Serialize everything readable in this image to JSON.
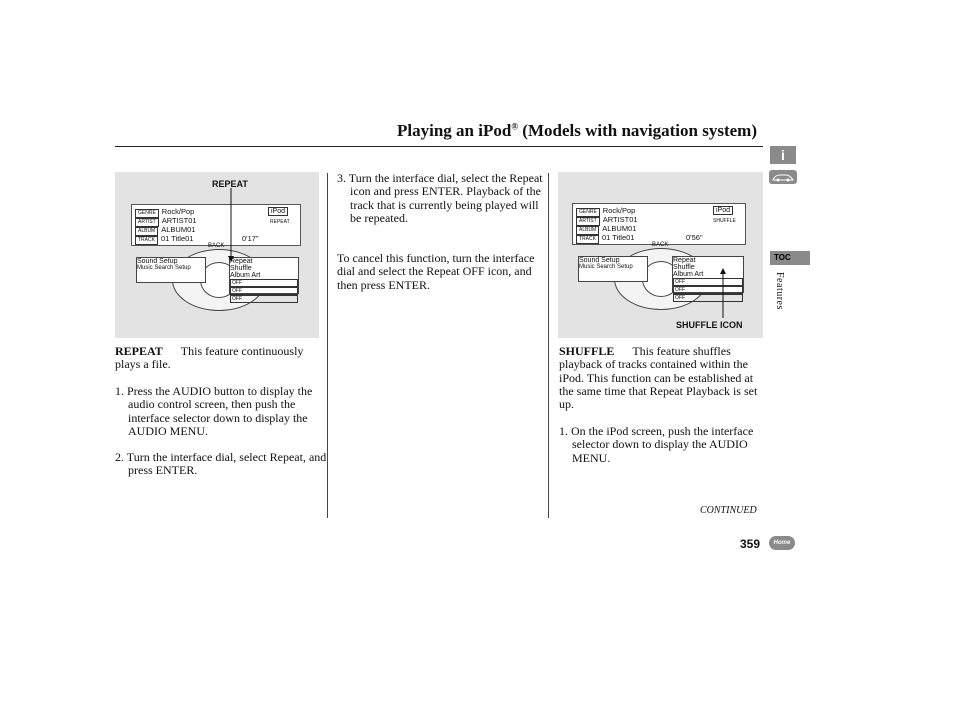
{
  "header": {
    "title_main": "Playing an iPod",
    "title_reg": "®",
    "title_rest": " (Models with navigation system)"
  },
  "figure_left": {
    "caption": "REPEAT",
    "screen": {
      "genre_tag": "GENRE",
      "genre": "Rock/Pop",
      "artist_tag": "ARTIST",
      "artist": "ARTIST01",
      "album_tag": "ALBUM",
      "album": "ALBUM01",
      "track_tag": "TRACK",
      "track": "01 Title01",
      "source": "iPod",
      "mode": "REPEAT",
      "time": "0'17\""
    },
    "back": "BACK",
    "menu": {
      "sound": "Sound Setup",
      "music": "Music Search Setup",
      "repeat": "Repeat",
      "shuffle": "Shuffle",
      "album_art": "Album Art",
      "off1": "OFF",
      "off2": "OFF",
      "off3": "OFF"
    }
  },
  "figure_right": {
    "caption": "SHUFFLE ICON",
    "screen": {
      "genre_tag": "GENRE",
      "genre": "Rock/Pop",
      "artist_tag": "ARTIST",
      "artist": "ARTIST01",
      "album_tag": "ALBUM",
      "album": "ALBUM01",
      "track_tag": "TRACK",
      "track": "01 Title01",
      "source": "iPod",
      "mode": "SHUFFLE",
      "time": "0'56\""
    },
    "back": "BACK",
    "menu": {
      "sound": "Sound Setup",
      "music": "Music Search Setup",
      "repeat": "Repeat",
      "shuffle": "Shuffle",
      "album_art": "Album Art",
      "off1": "OFF",
      "off2": "OFF",
      "off3": "OFF"
    }
  },
  "col1": {
    "heading": "REPEAT",
    "intro": "This feature continuously plays a file.",
    "step1": "1. Press the AUDIO button to display the audio control screen, then push the interface selector down to display the AUDIO MENU.",
    "step2": "2. Turn the interface dial, select Repeat, and press ENTER."
  },
  "col2": {
    "step3": "3. Turn the interface dial, select the Repeat icon and press ENTER. Playback of the track that is currently being played will be repeated.",
    "cancel": "To cancel this function, turn the interface dial and select the Repeat OFF icon, and then press ENTER."
  },
  "col3": {
    "heading": "SHUFFLE",
    "intro": "This feature shuffles playback of tracks contained within the iPod. This function can be established at the same time that Repeat Playback is set up.",
    "step1": "1. On the iPod screen, push the interface selector down to display the AUDIO MENU."
  },
  "sidebar": {
    "info": "i",
    "toc": "TOC",
    "section": "Features"
  },
  "footer": {
    "continued": "CONTINUED",
    "page": "359",
    "home": "Home"
  }
}
